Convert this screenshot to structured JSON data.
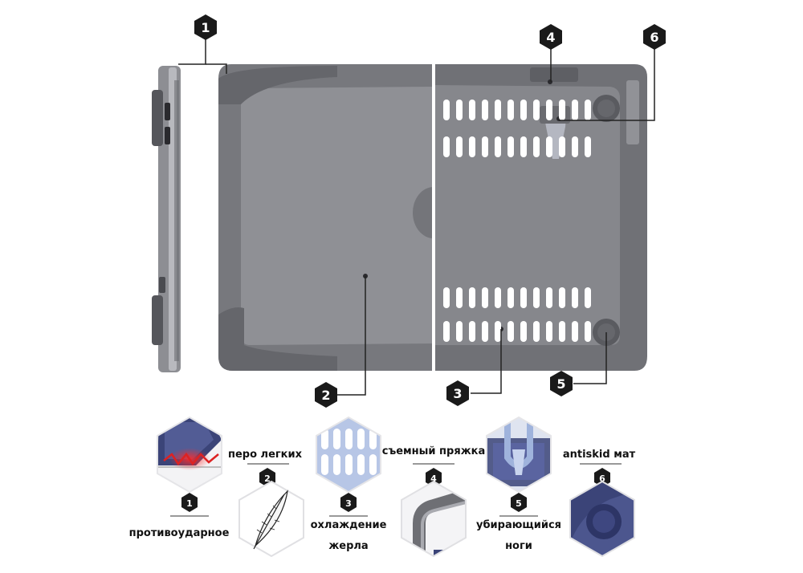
{
  "callouts": [
    {
      "number": "1"
    },
    {
      "number": "2"
    },
    {
      "number": "3"
    },
    {
      "number": "4"
    },
    {
      "number": "5"
    },
    {
      "number": "6"
    }
  ],
  "features": [
    {
      "number": "1",
      "label": "противоударное"
    },
    {
      "number": "2",
      "label": "перо легких"
    },
    {
      "number": "3",
      "label_line1": "охлаждение",
      "label_line2": "жерла"
    },
    {
      "number": "4",
      "label": "съемный пряжка"
    },
    {
      "number": "5",
      "label_line1": "убирающийся",
      "label_line2": "ноги"
    },
    {
      "number": "6",
      "label": "antiskid мат"
    }
  ],
  "colors": {
    "case_gray": "#7a7b80",
    "case_dark": "#5d5e63",
    "badge": "#1a1a1a",
    "navy": "#3b4478",
    "vent_blue": "#b7c6e6"
  }
}
